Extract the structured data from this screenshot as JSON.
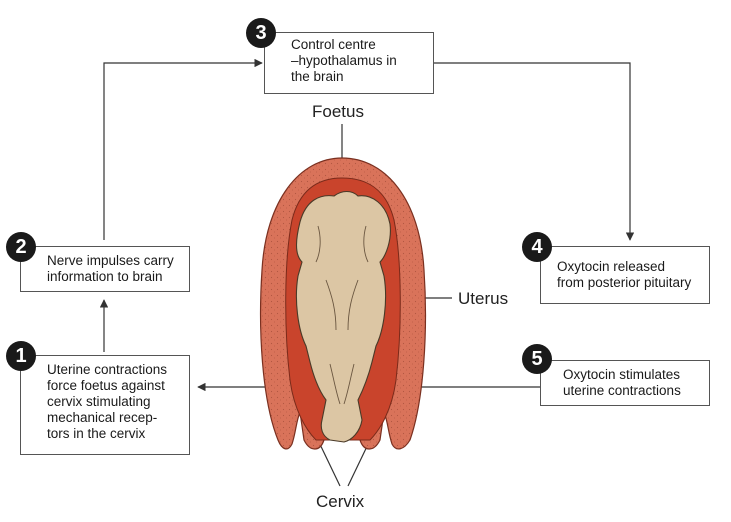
{
  "steps": [
    {
      "number": "1",
      "text": "Uterine contractions\nforce foetus against\ncervix stimulating\nmechanical recep-\ntors in the cervix"
    },
    {
      "number": "2",
      "text": "Nerve impulses carry\ninformation to brain"
    },
    {
      "number": "3",
      "text": "Control centre\n–hypothalamus in\nthe brain"
    },
    {
      "number": "4",
      "text": "Oxytocin released\nfrom posterior pituitary"
    },
    {
      "number": "5",
      "text": "Oxytocin stimulates\nuterine contractions"
    }
  ],
  "labels": {
    "foetus": "Foetus",
    "uterus": "Uterus",
    "cervix": "Cervix"
  },
  "colors": {
    "uterus_wall": "#d9735a",
    "uterus_inner": "#c9442c",
    "foetus": "#dcc6a4",
    "badge": "#1a1a1a"
  }
}
